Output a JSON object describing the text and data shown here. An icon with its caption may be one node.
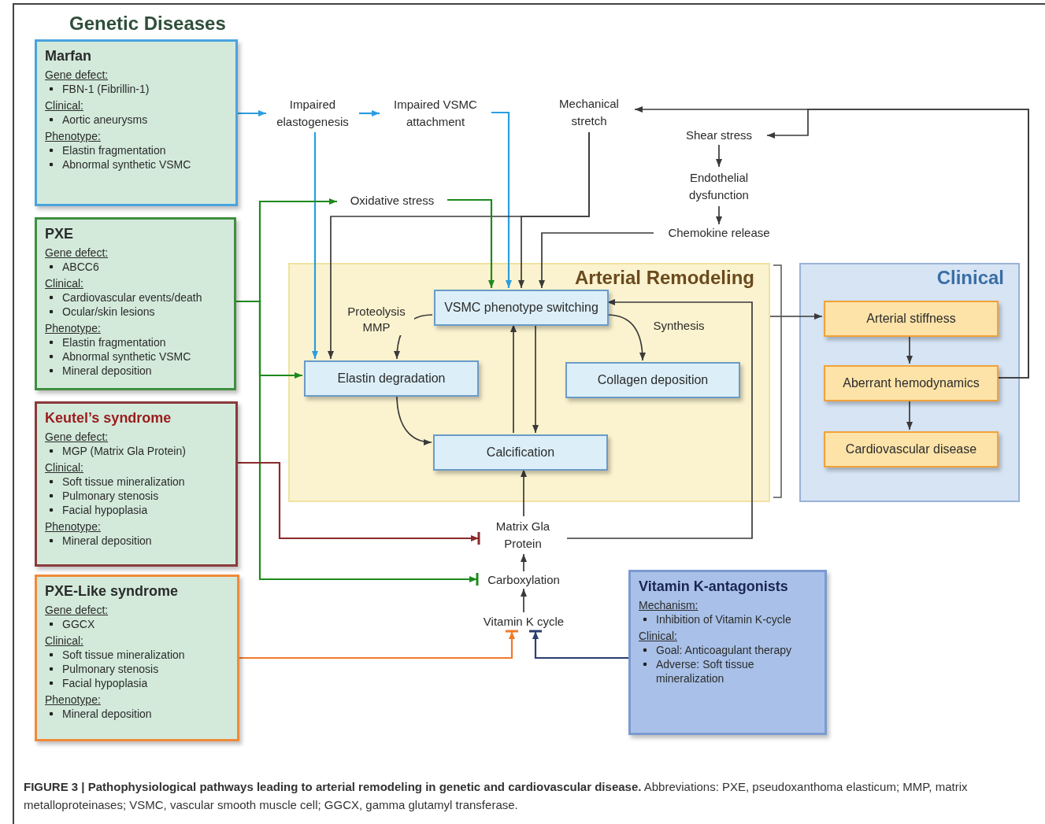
{
  "diagram": {
    "caption": "**FIGURE 3 | Pathophysiological pathways leading to arterial remodeling in genetic and cardiovascular disease.** Abbreviations: PXE, pseudoxanthoma elasticum; MMP, matrix metalloproteinases; VSMC, vascular smooth muscle cell; GGCX, gamma glutamyl transferase.",
    "nodes": [
      {
        "text": [
          "Marfan",
          "Gene defect:",
          "FBN-1 (Fibrillin-1)",
          "Clinical:",
          "Aortic aneurysms",
          "Phenotype:",
          "Elastin fragmentation",
          "Abnormal synthetic VSMC"
        ]
      },
      {
        "text": [
          "PXE",
          "Gene defect:",
          "ABCC6",
          "Clinical:",
          "Cardiovascular events/death",
          "Ocular/skin lesions",
          "Phenotype:",
          "Elastin fragmentation",
          "Abnormal synthetic VSMC",
          "Mineral deposition"
        ]
      },
      {
        "text": [
          "Keutel’s syndrome",
          "Gene defect:",
          "MGP (Matrix Gla Protein)",
          "Clinical:",
          "Soft tissue mineralization",
          "Pulmonary stenosis",
          "Facial hypoplasia",
          "Phenotype:",
          "Mineral deposition"
        ]
      },
      {
        "text": [
          "PXE-Like syndrome",
          "Gene defect:",
          "GGCX",
          "Clinical:",
          "Soft tissue mineralization",
          "Pulmonary stenosis",
          "Facial hypoplasia",
          "Phenotype:",
          "Mineral deposition"
        ]
      },
      {
        "text": [
          "Impaired elastogenesis"
        ]
      },
      {
        "text": [
          "Impaired VSMC attachment"
        ]
      },
      {
        "text": [
          "Mechanical stretch"
        ]
      },
      {
        "text": [
          "Shear stress"
        ]
      },
      {
        "text": [
          "Endothelial dysfunction"
        ]
      },
      {
        "text": [
          "Oxidative stress"
        ]
      },
      {
        "text": [
          "Chemokine release"
        ]
      },
      {
        "text": [
          "Arterial Remodeling"
        ]
      },
      {
        "text": [
          "VSMC phenotype switching"
        ],
        "in": 11
      },
      {
        "text": [
          "Elastin degradation"
        ],
        "in": 11
      },
      {
        "text": [
          "Collagen deposition"
        ],
        "in": 11
      },
      {
        "text": [
          "Calcification"
        ],
        "in": 11
      },
      {
        "text": [
          "Clinical"
        ]
      },
      {
        "text": [
          "Arterial stiffness"
        ],
        "in": 16
      },
      {
        "text": [
          "Aberrant hemodynamics"
        ],
        "in": 16
      },
      {
        "text": [
          "Cardiovascular disease"
        ],
        "in": 16
      },
      {
        "text": [
          "Matrix Gla Protein"
        ]
      },
      {
        "text": [
          "Carboxylation"
        ]
      },
      {
        "text": [
          "Vitamin K cycle"
        ]
      },
      {
        "text": [
          "Vitamin K-antagonists",
          "Mechanism:",
          "Inhibition of Vitamin K-cycle",
          "Clinical:",
          "Goal: Anticoagulant therapy",
          "Adverse: Soft tissue mineralization"
        ]
      }
    ],
    "edges": [
      {
        "from": 0,
        "to": 4,
        "arrow": "to",
        "color": "#2a9de0"
      },
      {
        "from": 4,
        "to": 5,
        "arrow": "to",
        "color": "#2a9de0"
      },
      {
        "from": 4,
        "to": 13,
        "arrow": "to",
        "color": "#2a9de0"
      },
      {
        "from": 5,
        "to": 12,
        "arrow": "to",
        "color": "#2a9de0"
      },
      {
        "from": 6,
        "to": 13,
        "arrow": "to"
      },
      {
        "from": 6,
        "to": 12,
        "arrow": "to"
      },
      {
        "from": 1,
        "to": 9,
        "arrow": "to",
        "color": "#1e8a1e"
      },
      {
        "from": 1,
        "to": 13,
        "arrow": "to",
        "color": "#1e8a1e"
      },
      {
        "from": 1,
        "to": 21,
        "arrow": "to",
        "color": "#1e8a1e"
      },
      {
        "from": 9,
        "to": 12,
        "arrow": "to",
        "color": "#1e8a1e"
      },
      {
        "from": 2,
        "to": 20,
        "arrow": "to",
        "color": "#8b2a2a"
      },
      {
        "from": 3,
        "to": 22,
        "arrow": "to",
        "color": "#f07a2a"
      },
      {
        "from": 23,
        "to": 22,
        "arrow": "to",
        "color": "#2a3f6e"
      },
      {
        "from": 22,
        "to": 21,
        "arrow": "to"
      },
      {
        "from": 21,
        "to": 20,
        "arrow": "to"
      },
      {
        "from": 20,
        "to": 15,
        "arrow": "to"
      },
      {
        "from": 20,
        "to": 12,
        "arrow": "to"
      },
      {
        "from": 12,
        "to": 13,
        "arrow": "to",
        "label": "Proteolysis MMP"
      },
      {
        "from": 12,
        "to": 14,
        "arrow": "to",
        "label": "Synthesis"
      },
      {
        "from": 15,
        "to": 12,
        "arrow": "to"
      },
      {
        "from": 12,
        "to": 15,
        "arrow": "to"
      },
      {
        "from": 13,
        "to": 15,
        "arrow": "to"
      },
      {
        "from": 11,
        "to": 17,
        "arrow": "to"
      },
      {
        "from": 17,
        "to": 18,
        "arrow": "to"
      },
      {
        "from": 18,
        "to": 19,
        "arrow": "to"
      },
      {
        "from": 18,
        "to": 6,
        "arrow": "to"
      },
      {
        "from": 18,
        "to": 7,
        "arrow": "to"
      },
      {
        "from": 7,
        "to": 8,
        "arrow": "to"
      },
      {
        "from": 8,
        "to": 10,
        "arrow": "to"
      },
      {
        "from": 10,
        "to": 12,
        "arrow": "to"
      }
    ],
    "labels": [
      "Genetic Diseases"
    ]
  }
}
